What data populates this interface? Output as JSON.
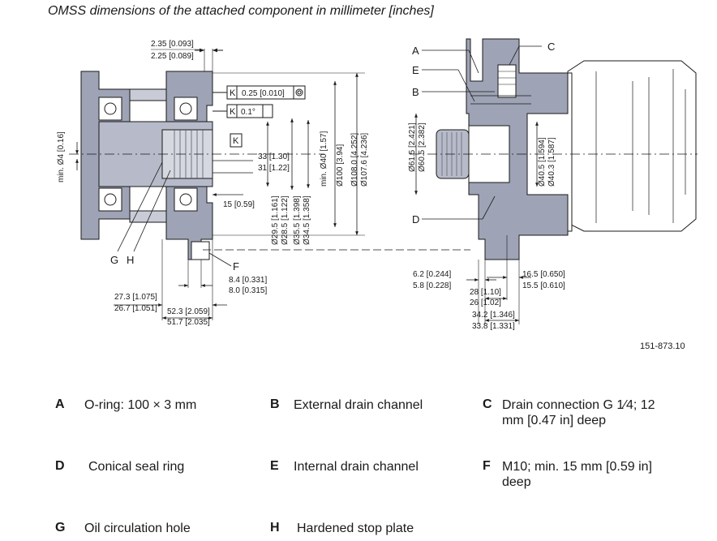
{
  "title": "OMSS dimensions of the attached component in millimeter [inches]",
  "drawing_code": "151-873.10",
  "left_view": {
    "dims": {
      "d1a": "2.35 [0.093]",
      "d1b": "2.25 [0.089]",
      "fcf1_k": "K",
      "fcf1_val": "0.25 [0.010]",
      "fcf2_k": "K",
      "fcf2_val": "0.1°",
      "datum_k": "K",
      "d33": "33 [1.30]",
      "d31": "31 [1.22]",
      "d15": "15 [0.59]",
      "dmin4": "min. Ø4 [0.16]",
      "dmin40": "min. Ø40 [1.57]",
      "d100": "Ø100 [3.94]",
      "d108": "Ø108.0 [4.252]",
      "d107": "Ø107.6 [4.236]",
      "d29": "Ø29.5 [1.161]",
      "d28": "Ø28.5 [1.122]",
      "d35": "Ø35.5 [1.398]",
      "d34": "Ø34.5 [1.358]",
      "d84": "8.4 [0.331]",
      "d80": "8.0 [0.315]",
      "d273": "27.3 [1.075]",
      "d267": "26.7 [1.051]",
      "d523": "52.3 [2.059]",
      "d517": "51.7 [2.035]"
    },
    "labels": {
      "G": "G",
      "H": "H",
      "F": "F"
    }
  },
  "right_view": {
    "labels": {
      "A": "A",
      "E": "E",
      "B": "B",
      "C": "C",
      "D": "D"
    },
    "dims": {
      "d615": "Ø61.5 [2.421]",
      "d605": "Ø60.5 [2.382]",
      "d405": "Ø40.5 [1.594]",
      "d403": "Ø40.3 [1.587]",
      "d62": "6.2 [0.244]",
      "d58": "5.8 [0.228]",
      "d165": "16.5 [0.650]",
      "d155": "15.5 [0.610]",
      "d28": "28 [1.10]",
      "d26": "26 [1.02]",
      "d342": "34.2 [1.346]",
      "d338": "33.8 [1.331]"
    }
  },
  "legend": [
    {
      "key": "A",
      "text": "O-ring: 100 × 3 mm"
    },
    {
      "key": "B",
      "text": "External drain channel"
    },
    {
      "key": "C",
      "text": "Drain connection G 1⁄4; 12 mm [0.47 in] deep"
    },
    {
      "key": "D",
      "text": "Conical seal ring"
    },
    {
      "key": "E",
      "text": "Internal drain channel"
    },
    {
      "key": "F",
      "text": "M10; min. 15 mm [0.59 in] deep"
    },
    {
      "key": "G",
      "text": "Oil circulation hole"
    },
    {
      "key": "H",
      "text": "Hardened stop plate"
    }
  ],
  "colors": {
    "metal": "#9ea3b5",
    "metal_dark": "#7d8297",
    "line": "#1a1a1a"
  }
}
